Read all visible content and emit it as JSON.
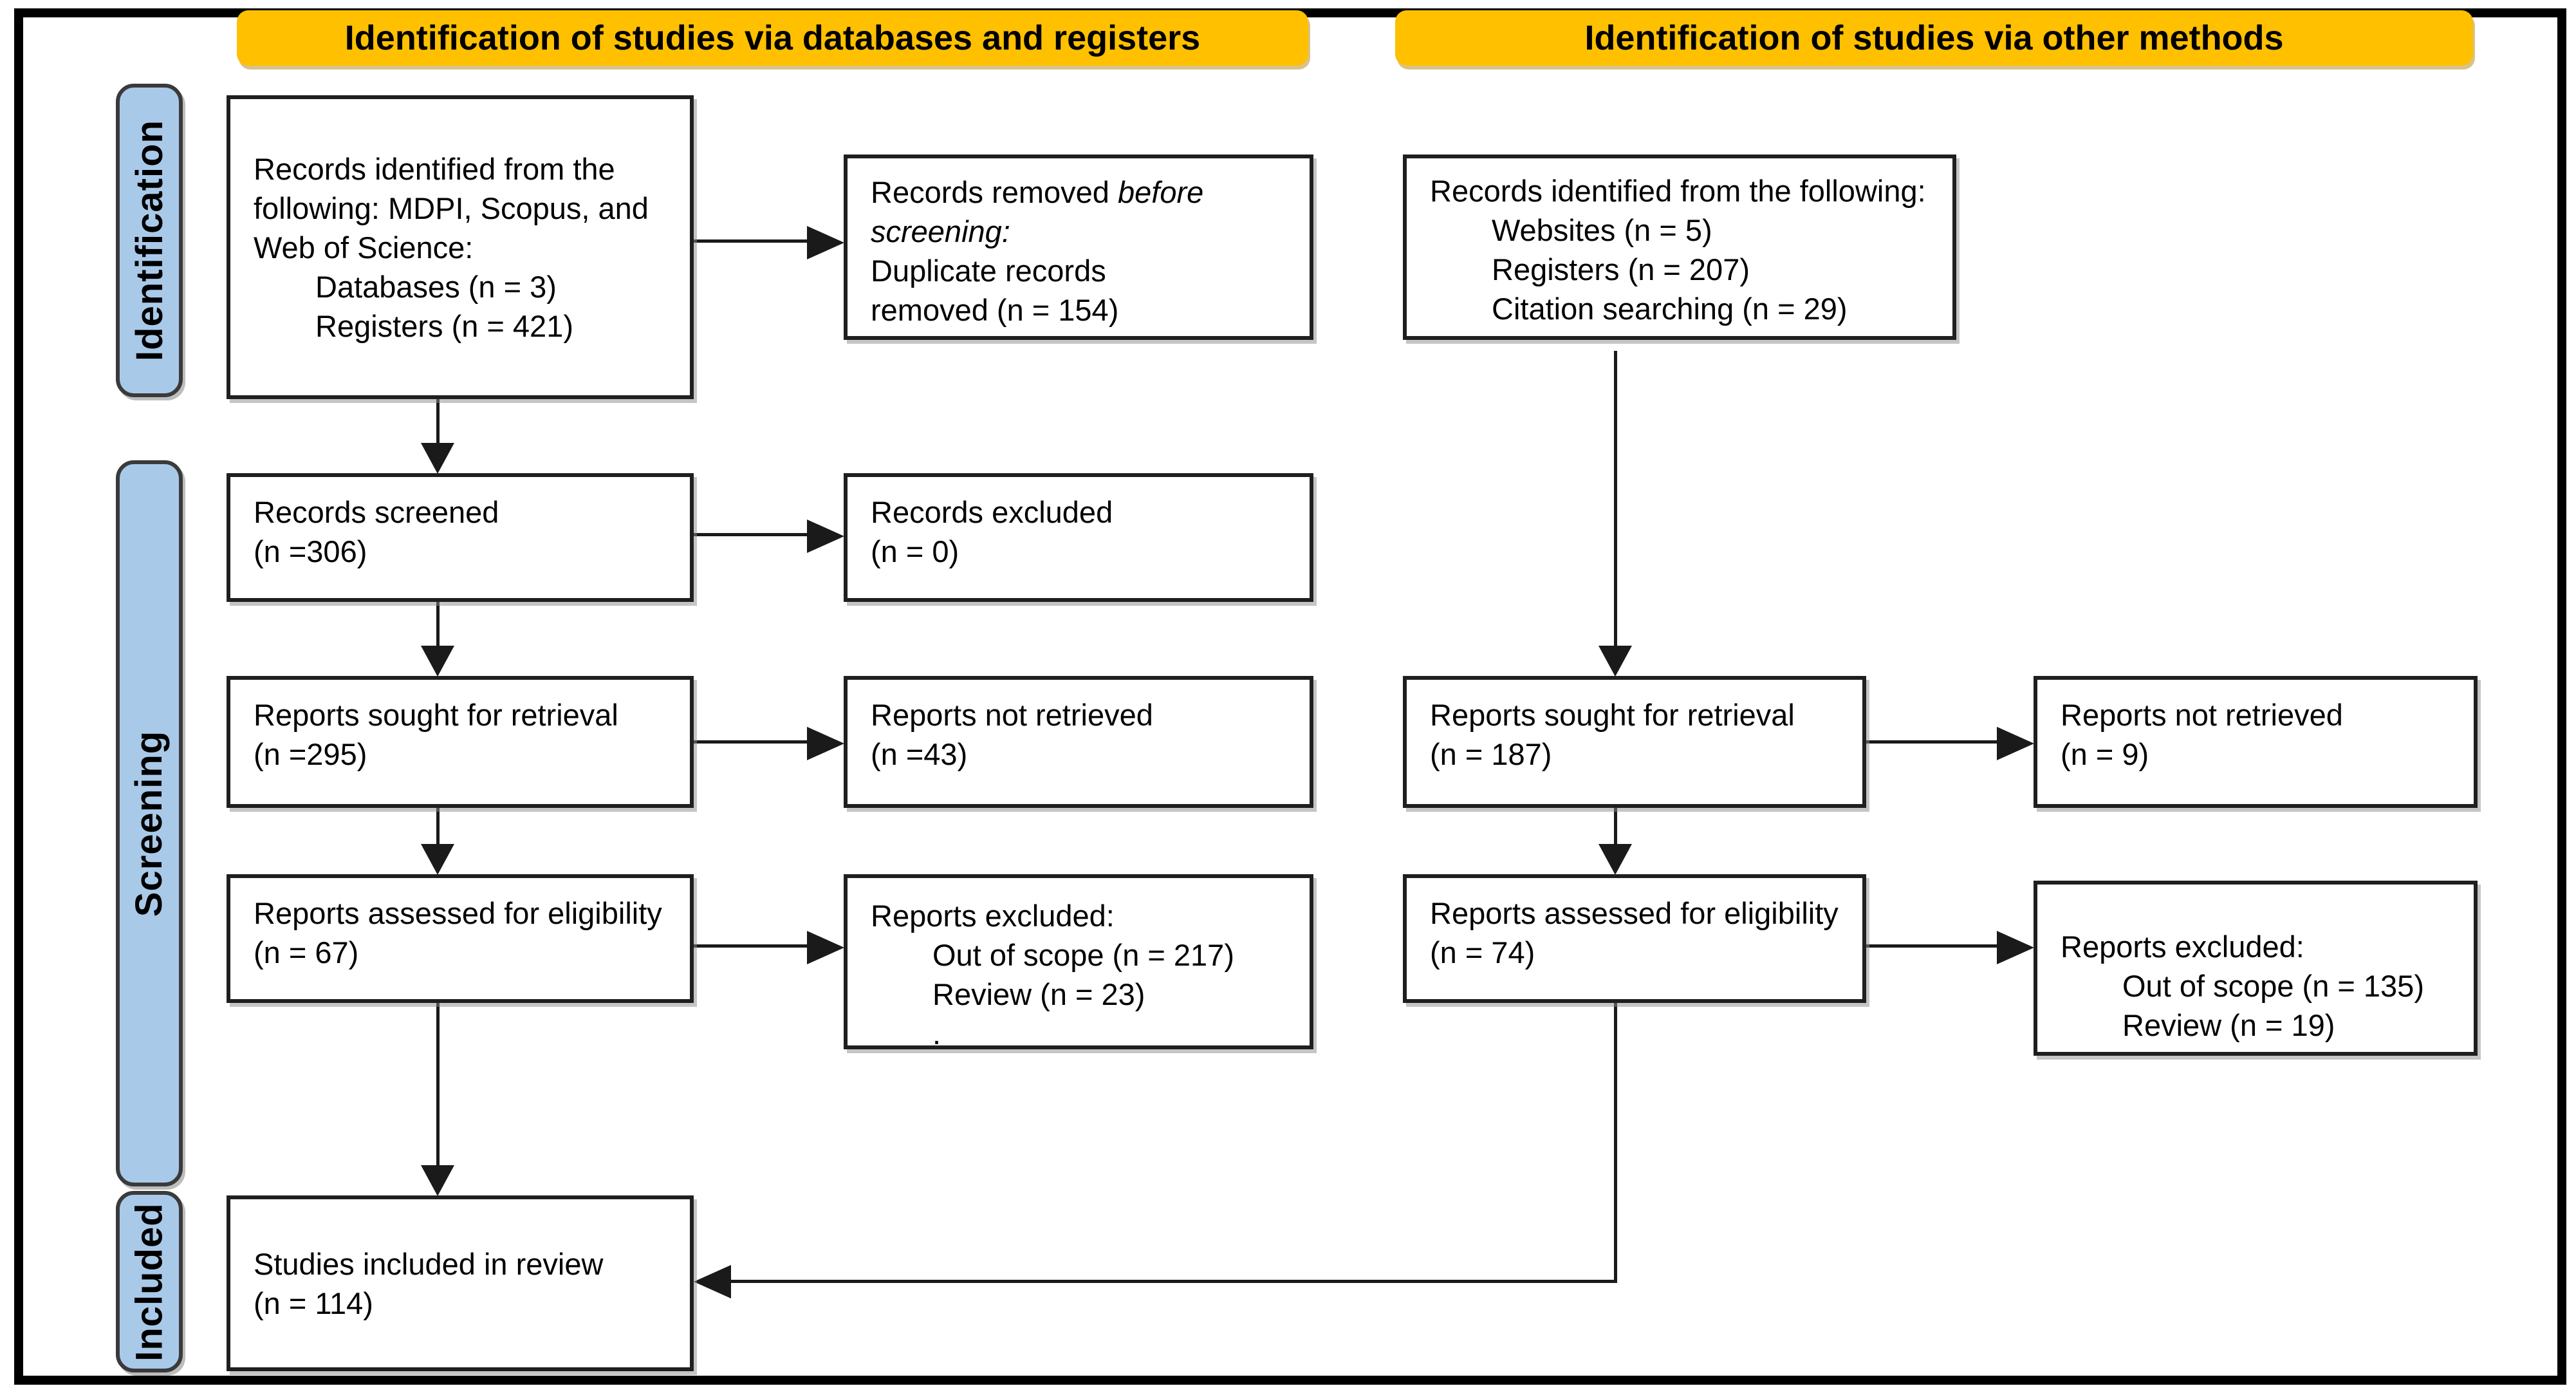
{
  "colors": {
    "banner-bg": "#FFC000",
    "sidebar-bg": "#A9C9E9",
    "line": "#1a1a1a",
    "box-border": "#1f1f1f",
    "page-bg": "#ffffff"
  },
  "banners": {
    "databases": "Identification of studies via databases and registers",
    "other": "Identification of studies via other methods"
  },
  "sidebar": {
    "identification": "Identification",
    "screening": "Screening",
    "included": "Included"
  },
  "boxes": {
    "db_identified": {
      "l1": "Records identified from the",
      "l2": "following: MDPI, Scopus, and",
      "l3": "Web of Science:",
      "i1": "Databases (n = 3)",
      "i2": "Registers (n = 421)"
    },
    "removed": {
      "l1a": "Records removed ",
      "l1b": "before",
      "l2": "screening:",
      "l3": "Duplicate records",
      "l4": "removed (n = 154)"
    },
    "other_identified": {
      "t": "Records identified from the following:",
      "i1": "Websites (n = 5)",
      "i2": "Registers (n = 207)",
      "i3": "Citation searching (n = 29)"
    },
    "screened": {
      "l1": "Records screened",
      "l2": "(n =306)"
    },
    "records_excluded": {
      "l1": "Records excluded",
      "l2": "(n = 0)"
    },
    "sought_db": {
      "l1": "Reports sought for retrieval",
      "l2": "(n =295)"
    },
    "not_retrieved_db": {
      "l1": "Reports not retrieved",
      "l2": "(n =43)"
    },
    "sought_other": {
      "l1": "Reports sought for retrieval",
      "l2": "(n = 187)"
    },
    "not_retrieved_other": {
      "l1": "Reports not retrieved",
      "l2": "(n = 9)"
    },
    "assessed_db": {
      "l1": "Reports assessed for eligibility",
      "l2": "(n = 67)"
    },
    "excluded_db": {
      "t": "Reports excluded:",
      "i1": "Out of scope (n = 217)",
      "i2": "Review (n = 23)",
      "i3": "."
    },
    "assessed_other": {
      "l1": "Reports assessed for eligibility",
      "l2": "(n = 74)"
    },
    "excluded_other": {
      "t": "Reports excluded:",
      "i1": "Out of scope (n = 135)",
      "i2": "Review (n = 19)"
    },
    "included": {
      "l1": "Studies included in review",
      "l2": "(n = 114)"
    }
  }
}
